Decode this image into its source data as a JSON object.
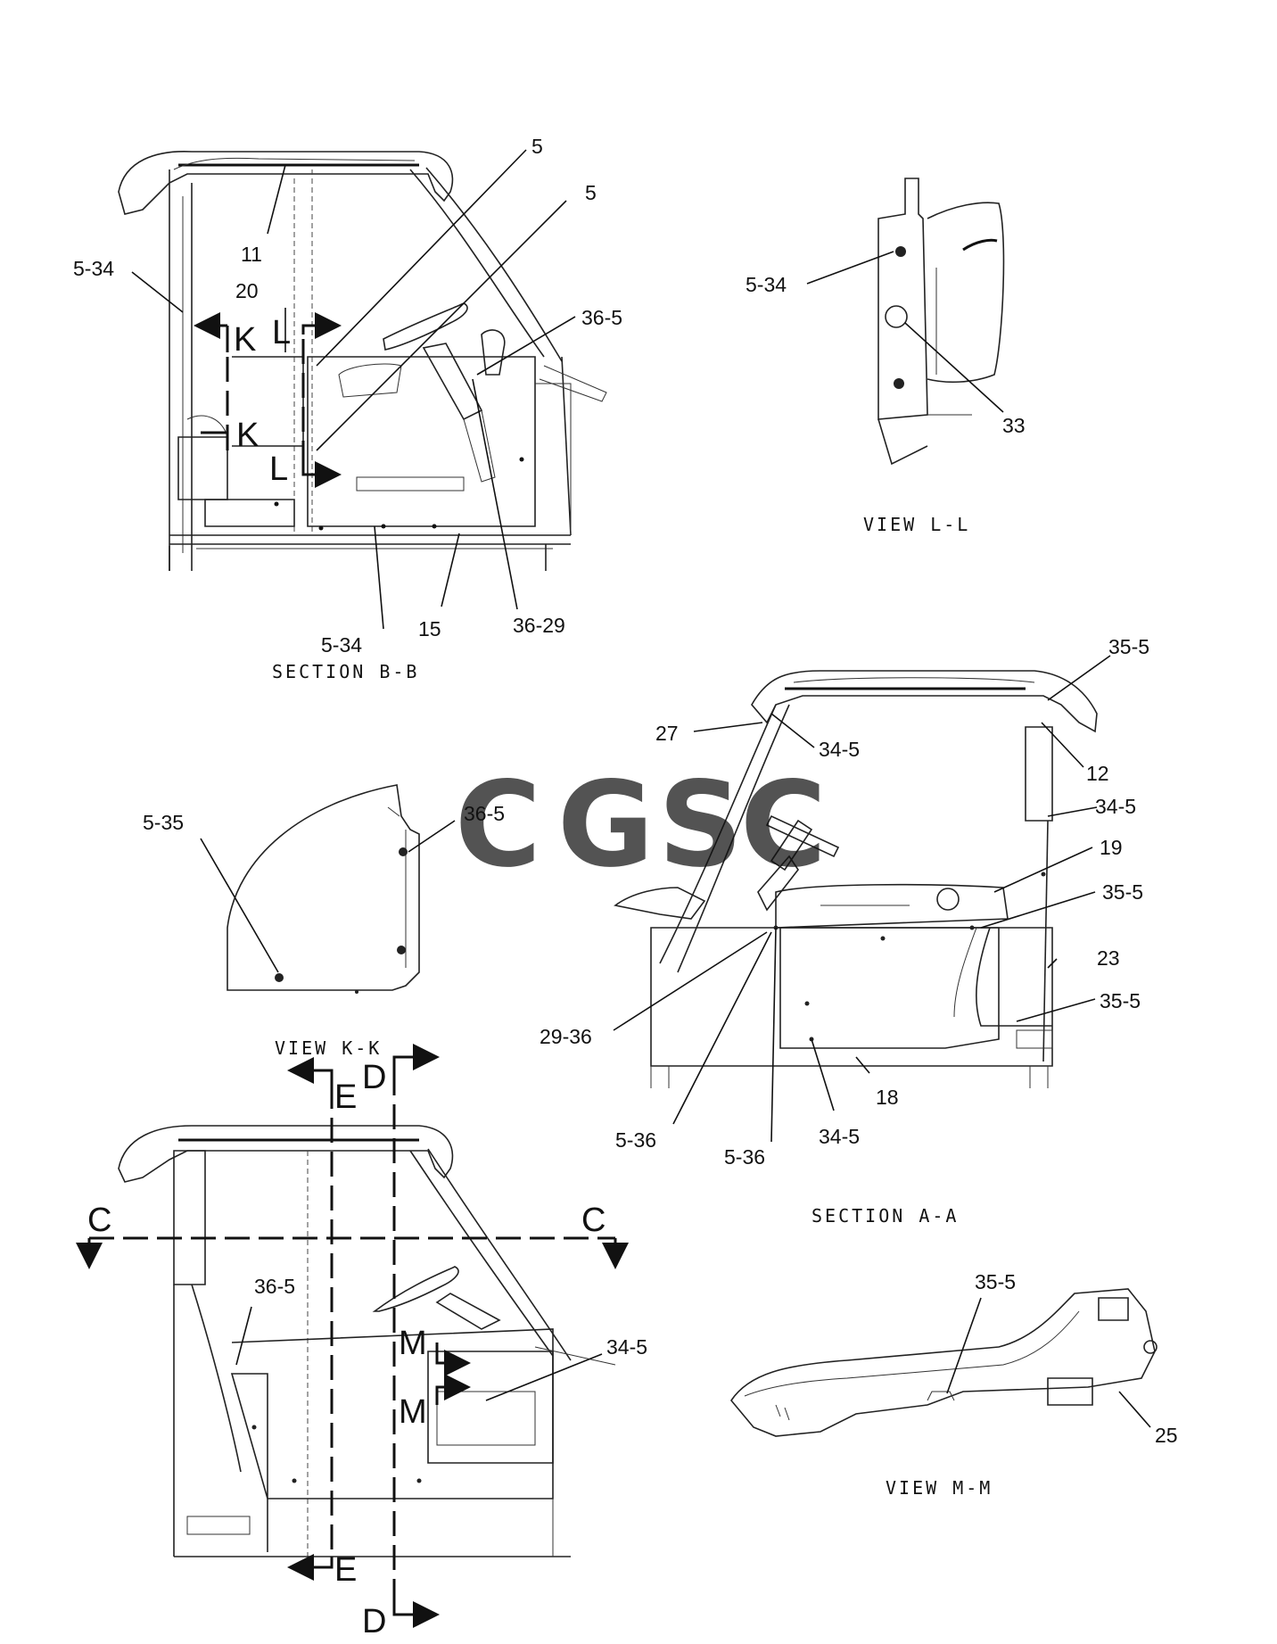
{
  "watermark": {
    "letters": [
      "C",
      "G",
      "S",
      "C"
    ],
    "colors": [
      "#5b8ff0",
      "#ee6a5f",
      "#f5c443",
      "#3aa57a"
    ]
  },
  "section_bb": {
    "caption": "SECTION B-B",
    "callouts": [
      "5",
      "5",
      "11",
      "5-34",
      "20",
      "36-5",
      "5-34",
      "15",
      "36-29"
    ],
    "cut_letters": [
      "K",
      "L",
      "K",
      "L"
    ]
  },
  "view_ll": {
    "caption": "VIEW L-L",
    "callouts": [
      "5-34",
      "33"
    ]
  },
  "view_kk": {
    "caption": "VIEW K-K",
    "callouts": [
      "5-35",
      "36-5"
    ]
  },
  "section_aa": {
    "caption": "SECTION A-A",
    "callouts": [
      "35-5",
      "27",
      "34-5",
      "12",
      "34-5",
      "19",
      "35-5",
      "23",
      "35-5",
      "29-36",
      "18",
      "5-36",
      "34-5",
      "5-36"
    ]
  },
  "side_view": {
    "callouts": [
      "36-5",
      "34-5"
    ],
    "cut_letters": [
      "E",
      "D",
      "C",
      "C",
      "M",
      "M",
      "E",
      "D"
    ]
  },
  "view_mm": {
    "caption": "VIEW M-M",
    "callouts": [
      "35-5",
      "25"
    ]
  }
}
